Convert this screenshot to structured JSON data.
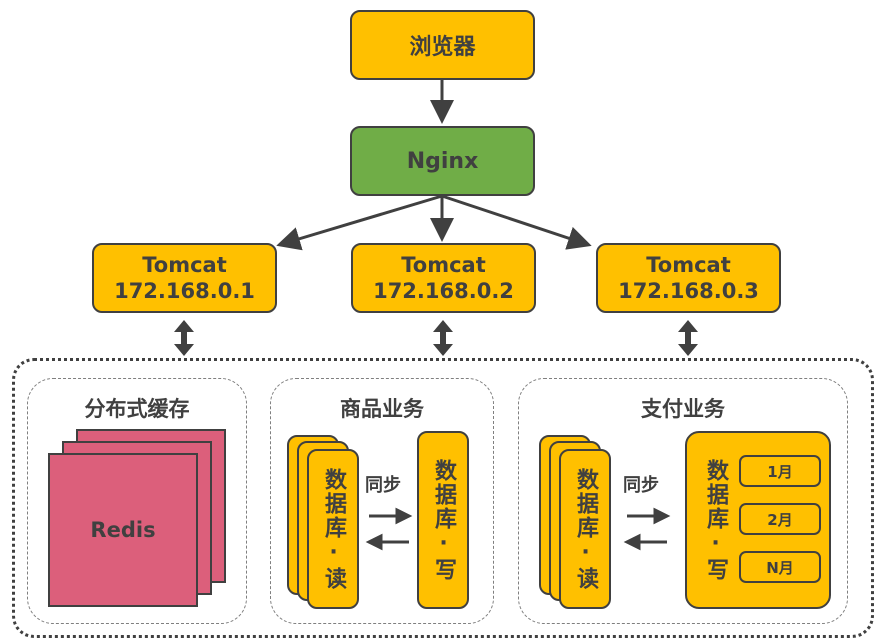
{
  "browser": {
    "label": "浏览器"
  },
  "nginx": {
    "label": "Nginx"
  },
  "tomcats": [
    {
      "name": "Tomcat",
      "ip": "172.168.0.1"
    },
    {
      "name": "Tomcat",
      "ip": "172.168.0.2"
    },
    {
      "name": "Tomcat",
      "ip": "172.168.0.3"
    }
  ],
  "cache_group": {
    "title": "分布式缓存",
    "node": "Redis"
  },
  "goods_group": {
    "title": "商品业务",
    "read_db": "数据库·读",
    "write_db": "数据库·写",
    "sync": "同步"
  },
  "pay_group": {
    "title": "支付业务",
    "read_db": "数据库·读",
    "write_db": "数据库·写",
    "sync": "同步",
    "partitions": [
      "1月",
      "2月",
      "N月"
    ]
  },
  "colors": {
    "node_yellow": "#ffc000",
    "nginx_green": "#70ad47",
    "redis_pink": "#dc5f7b",
    "stroke": "#404040"
  }
}
